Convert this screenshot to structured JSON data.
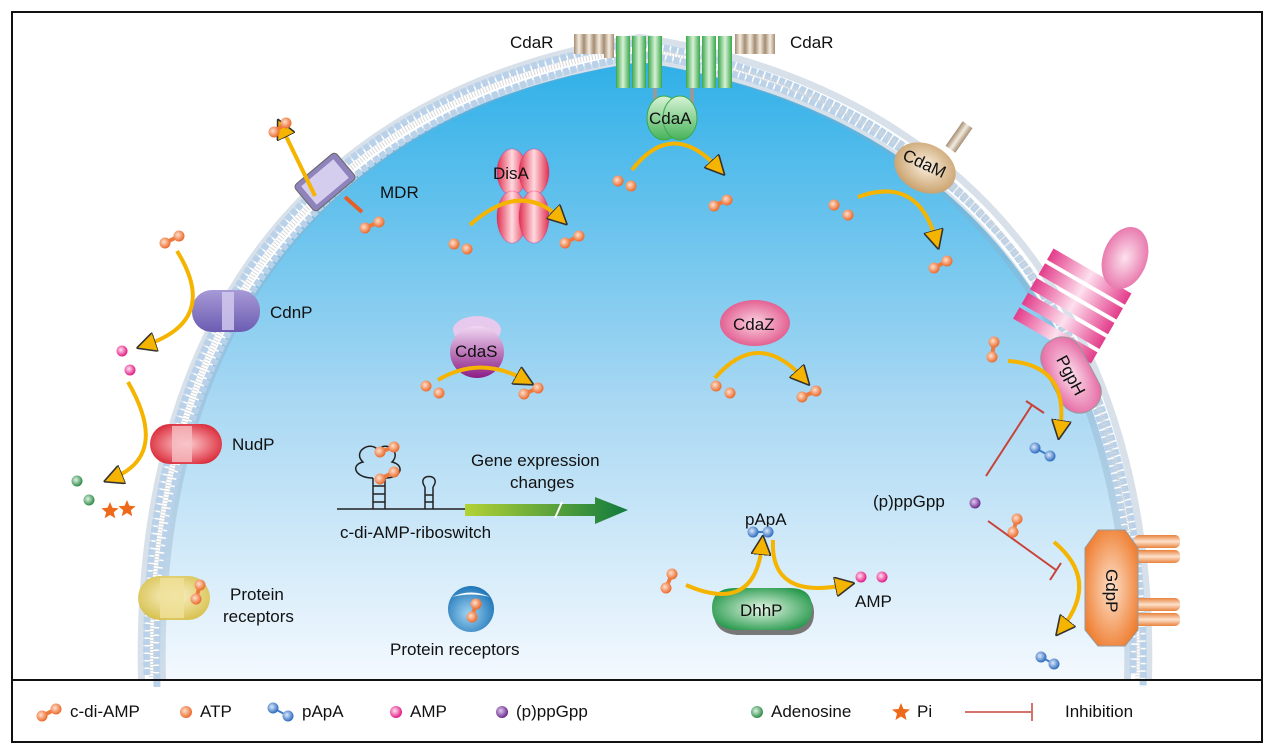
{
  "colors": {
    "cytoplasm_top": "#2fb0e8",
    "cytoplasm_bottom": "#f2f8fd",
    "membrane_head": "#b9d2ea",
    "arrow": "#f5b400",
    "inhibition": "#c8423a",
    "c_di_amp": "#f07a3c",
    "atp": "#f07a3c",
    "papa": "#3d7cc9",
    "amp": "#e8268a",
    "ppgpp": "#7a3b9a",
    "adenosine": "#3e9a55",
    "pi": "#ee6a1a"
  },
  "labels": {
    "cdar_left": "CdaR",
    "cdar_right": "CdaR",
    "cdaa": "CdaA",
    "disa": "DisA",
    "mdr": "MDR",
    "cdam": "CdaM",
    "cdnp": "CdnP",
    "cdas": "CdaS",
    "cdaz": "CdaZ",
    "pgph": "PgpH",
    "nudp": "NudP",
    "gene_expression_line1": "Gene expression",
    "gene_expression_line2": "changes",
    "riboswitch": "c-di-AMP-riboswitch",
    "papa": "pApA",
    "ppgpp": "(p)ppGpp",
    "gdpp": "GdpP",
    "dhhp": "DhhP",
    "amp": "AMP",
    "membrane_receptors_line1": "Protein",
    "membrane_receptors_line2": "receptors",
    "cytoplasmic_receptors": "Protein receptors"
  },
  "legend": [
    {
      "icon": "c-di-amp-icon",
      "label": "c-di-AMP"
    },
    {
      "icon": "atp-icon",
      "label": "ATP"
    },
    {
      "icon": "papa-icon",
      "label": "pApA"
    },
    {
      "icon": "amp-icon",
      "label": "AMP"
    },
    {
      "icon": "ppgpp-icon",
      "label": "(p)ppGpp"
    },
    {
      "icon": "adenosine-icon",
      "label": "Adenosine"
    },
    {
      "icon": "pi-icon",
      "label": "Pi"
    },
    {
      "icon": "inhibition-icon",
      "label": "Inhibition"
    }
  ]
}
